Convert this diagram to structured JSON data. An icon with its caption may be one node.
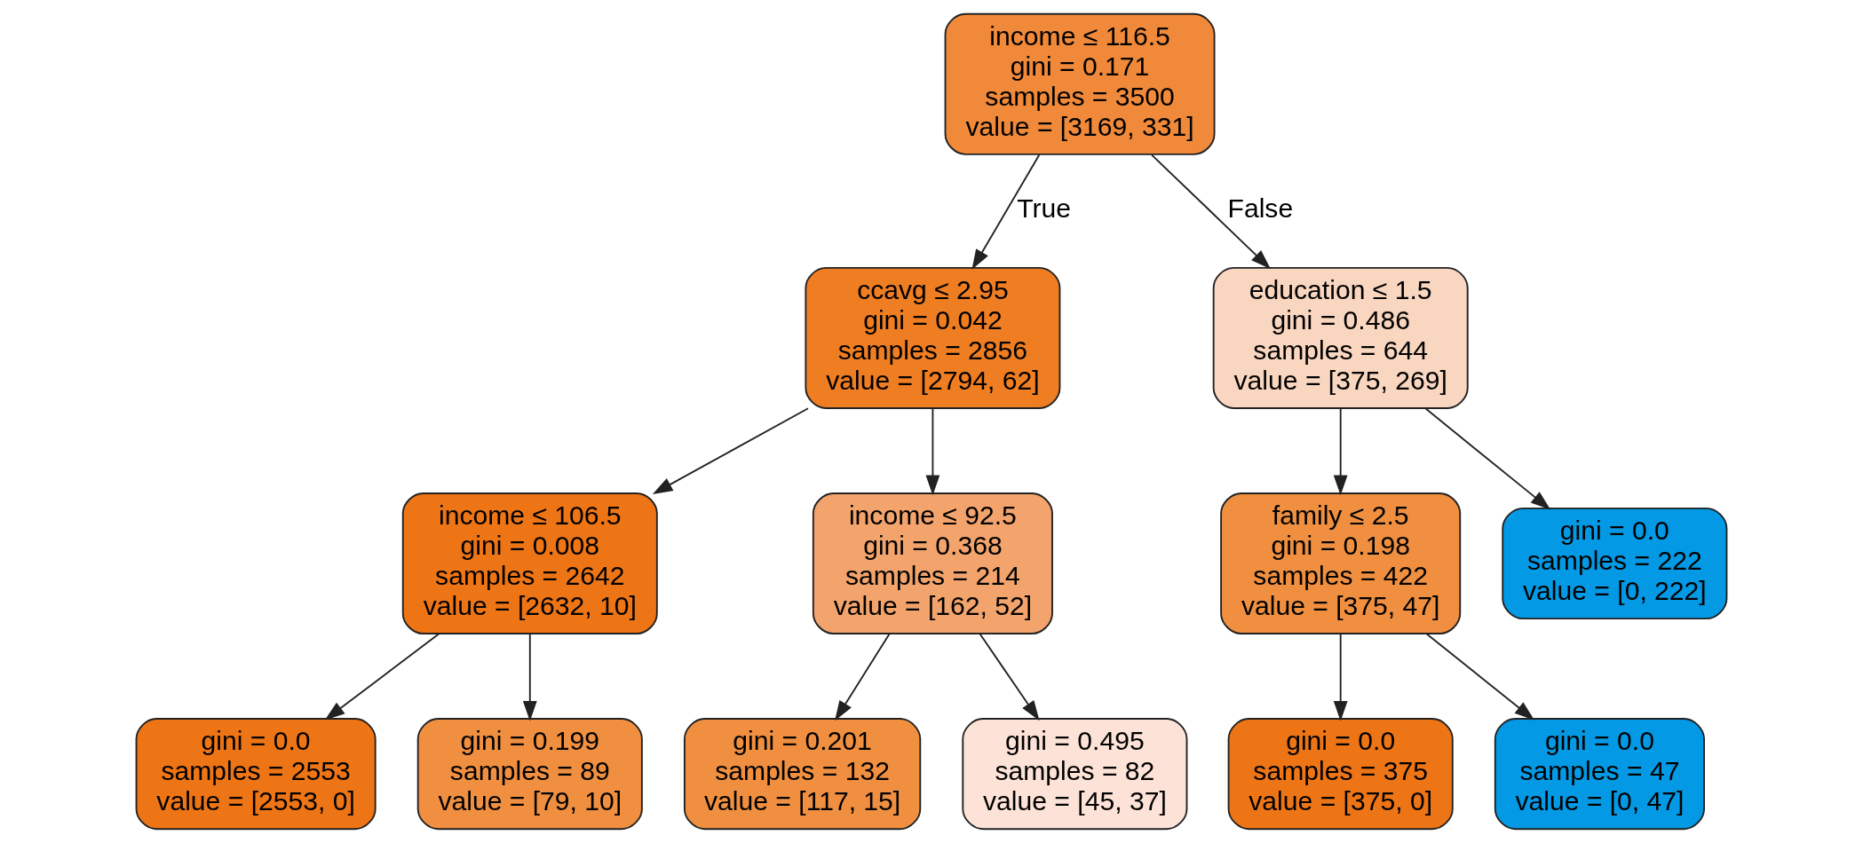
{
  "diagram": {
    "nodes": [
      {
        "text": [
          "income ≤ 116.5",
          "gini = 0.171",
          "samples = 3500",
          "value = [3169, 331]"
        ]
      },
      {
        "text": [
          "ccavg ≤ 2.95",
          "gini = 0.042",
          "samples = 2856",
          "value = [2794, 62]"
        ]
      },
      {
        "text": [
          "education ≤ 1.5",
          "gini = 0.486",
          "samples = 644",
          "value = [375, 269]"
        ]
      },
      {
        "text": [
          "income ≤ 106.5",
          "gini = 0.008",
          "samples = 2642",
          "value = [2632, 10]"
        ]
      },
      {
        "text": [
          "income ≤ 92.5",
          "gini = 0.368",
          "samples = 214",
          "value = [162, 52]"
        ]
      },
      {
        "text": [
          "family ≤ 2.5",
          "gini = 0.198",
          "samples = 422",
          "value = [375, 47]"
        ]
      },
      {
        "text": [
          "gini = 0.0",
          "samples = 222",
          "value = [0, 222]"
        ]
      },
      {
        "text": [
          "gini = 0.0",
          "samples = 2553",
          "value = [2553, 0]"
        ]
      },
      {
        "text": [
          "gini = 0.199",
          "samples = 89",
          "value = [79, 10]"
        ]
      },
      {
        "text": [
          "gini = 0.201",
          "samples = 132",
          "value = [117, 15]"
        ]
      },
      {
        "text": [
          "gini = 0.495",
          "samples = 82",
          "value = [45, 37]"
        ]
      },
      {
        "text": [
          "gini = 0.0",
          "samples = 375",
          "value = [375, 0]"
        ]
      },
      {
        "text": [
          "gini = 0.0",
          "samples = 47",
          "value = [0, 47]"
        ]
      }
    ],
    "edges": [
      {
        "from": 0,
        "to": 1,
        "arrow": "to",
        "label": "True"
      },
      {
        "from": 0,
        "to": 2,
        "arrow": "to",
        "label": "False"
      },
      {
        "from": 1,
        "to": 3,
        "arrow": "to"
      },
      {
        "from": 1,
        "to": 4,
        "arrow": "to"
      },
      {
        "from": 2,
        "to": 5,
        "arrow": "to"
      },
      {
        "from": 2,
        "to": 6,
        "arrow": "to"
      },
      {
        "from": 3,
        "to": 7,
        "arrow": "to"
      },
      {
        "from": 3,
        "to": 8,
        "arrow": "to"
      },
      {
        "from": 4,
        "to": 9,
        "arrow": "to"
      },
      {
        "from": 4,
        "to": 10,
        "arrow": "to"
      },
      {
        "from": 5,
        "to": 11,
        "arrow": "to"
      },
      {
        "from": 5,
        "to": 12,
        "arrow": "to"
      }
    ]
  }
}
